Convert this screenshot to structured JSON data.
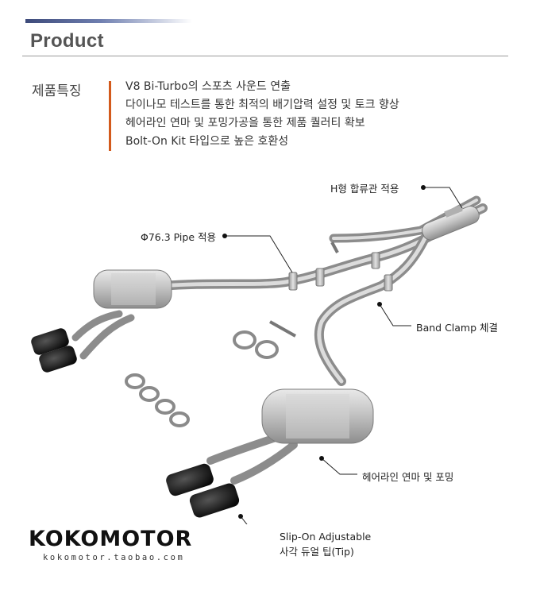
{
  "header": {
    "title": "Product"
  },
  "features": {
    "label": "제품특징",
    "items": [
      "V8 Bi-Turbo의 스포츠 사운드 연출",
      "다이나모 테스트를 통한 최적의 배기압력 설정 및 토크 향상",
      "헤어라인 연마 및 포밍가공을 통한 제품 퀄러티 확보",
      "Bolt-On Kit 타입으로 높은 호환성"
    ]
  },
  "callouts": {
    "h_pipe": "H형 합류관 적용",
    "pipe_size": "Φ76.3 Pipe 적용",
    "band_clamp": "Band Clamp 체결",
    "hairline": "헤어라인 연마 및 포밍",
    "tip_line1": "Slip-On Adjustable",
    "tip_line2": "사각 듀얼 팁(Tip)"
  },
  "brand": {
    "logo": "KOKOMOTOR",
    "url": "kokomotor.taobao.com"
  },
  "colors": {
    "accent": "#d35a1c",
    "header_gradient": "#3d4a7a",
    "steel": "#b9b9b9"
  }
}
